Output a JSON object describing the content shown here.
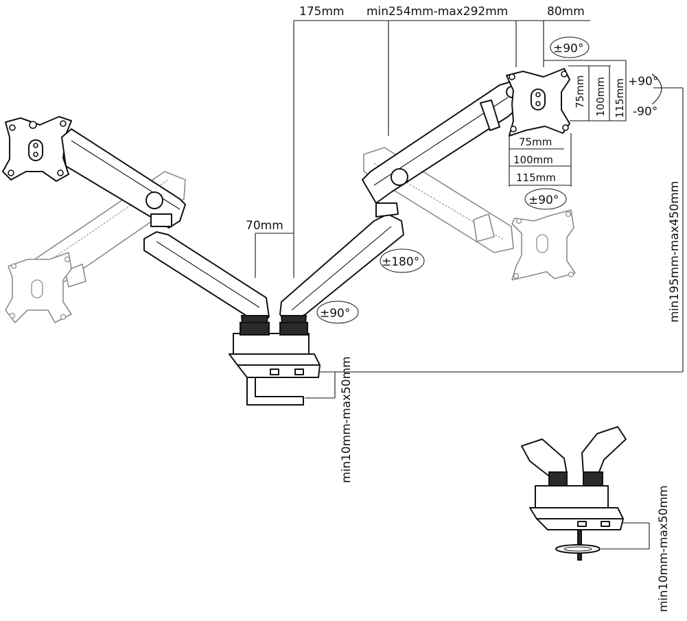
{
  "dimensions": {
    "top_offset": "175mm",
    "arm_extension": "min254mm-max292mm",
    "head_offset": "80mm",
    "pole_offset": "70mm",
    "vesa_v": [
      "75mm",
      "100mm",
      "115mm"
    ],
    "vesa_h": [
      "75mm",
      "100mm",
      "115mm"
    ],
    "height_range": "min195mm-max450mm",
    "clamp_range": "min10mm-max50mm",
    "grommet_range": "min10mm-max50mm"
  },
  "rotations": {
    "head_tilt": "±90°",
    "tilt_up": "+90°",
    "tilt_down": "-90°",
    "head_swivel": "±90°",
    "arm_swivel": "±180°",
    "base_swivel": "±90°"
  },
  "colors": {
    "line": "#111111",
    "ghost": "#8a8a8a",
    "fill": "#ffffff"
  }
}
